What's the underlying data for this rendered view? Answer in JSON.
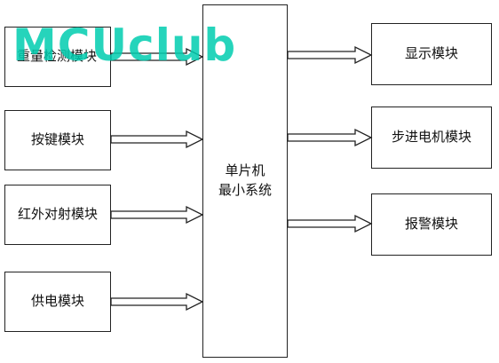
{
  "watermark": "MCUclub",
  "inputs": {
    "weight": "重量检测模块",
    "keys": "按键模块",
    "ir": "红外对射模块",
    "power": "供电模块"
  },
  "mcu": {
    "line1": "单片机",
    "line2": "最小系统"
  },
  "outputs": {
    "display": "显示模块",
    "stepper": "步进电机模块",
    "alarm": "报警模块"
  },
  "colors": {
    "border": "#222222",
    "watermark": "#00cdaf"
  }
}
